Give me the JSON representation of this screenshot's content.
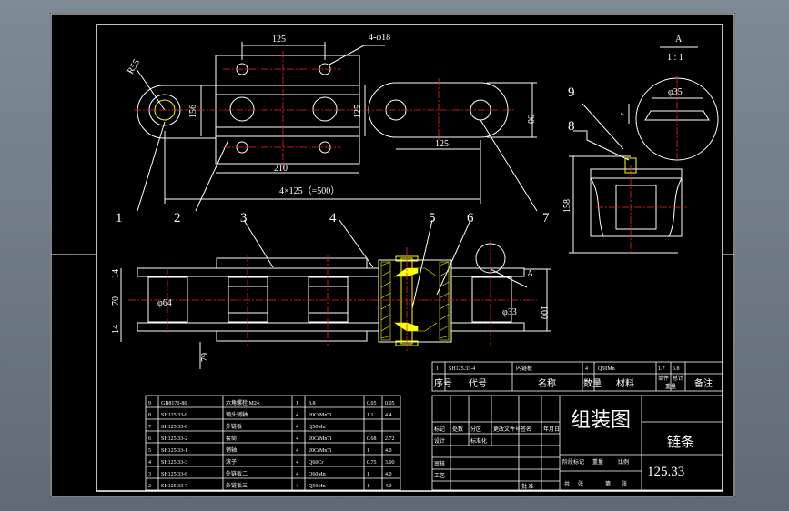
{
  "title_block": {
    "drawing_title": "组装图",
    "part_name": "链条",
    "drawing_number": "125.33",
    "approved": "批 准",
    "labels": [
      "标记",
      "处数",
      "分区",
      "更改文件号",
      "签名",
      "年月日",
      "设计",
      "标准化",
      "阶段标记",
      "重量",
      "比例",
      "审核",
      "工艺",
      "共",
      "张",
      "第",
      "张"
    ]
  },
  "parts_header": {
    "seq": "序号",
    "code": "代号",
    "name": "名称",
    "qty": "数量",
    "material": "材料",
    "unit_weight": "单件",
    "total_weight": "总计",
    "weight": "重量",
    "remark": "备注"
  },
  "parts_top": {
    "seq": "1",
    "code": "SH125.33-4",
    "name": "内链板",
    "qty": "4",
    "material": "Q50Mn",
    "w1": "1.7",
    "w2": "6.8"
  },
  "parts_list": [
    {
      "seq": "9",
      "code": "GB8170-86",
      "name": "六角螺栓 M24",
      "qty": "1",
      "material": "8.8",
      "w1": "0.05",
      "w2": "0.05"
    },
    {
      "seq": "8",
      "code": "SH125.33-9",
      "name": "销头销轴",
      "qty": "4",
      "material": "20CrMnTi",
      "w1": "1.1",
      "w2": "4.4"
    },
    {
      "seq": "7",
      "code": "SH125.33-8",
      "name": "外链板一",
      "qty": "4",
      "material": "Q50Mn",
      "w1": "",
      "w2": ""
    },
    {
      "seq": "6",
      "code": "SH125.33-2",
      "name": "套筒",
      "qty": "4",
      "material": "20CrMnTi",
      "w1": "0.68",
      "w2": "2.72"
    },
    {
      "seq": "5",
      "code": "SH125.33-1",
      "name": "销轴",
      "qty": "4",
      "material": "20CrMnTi",
      "w1": "1",
      "w2": "4.0"
    },
    {
      "seq": "4",
      "code": "SH125.33-3",
      "name": "滚子",
      "qty": "4",
      "material": "Q60Cr",
      "w1": "0.75",
      "w2": "3.00"
    },
    {
      "seq": "3",
      "code": "SH125.33-6",
      "name": "外链板二",
      "qty": "4",
      "material": "Q60Mn",
      "w1": "1",
      "w2": "4.0"
    },
    {
      "seq": "2",
      "code": "SH125.33-7",
      "name": "外链板三",
      "qty": "4",
      "material": "Q50Mn",
      "w1": "1",
      "w2": "4.0"
    }
  ],
  "dimensions": {
    "pitch_top": "125",
    "holes": "4-φ18",
    "r_link": "R55",
    "h_156": "156",
    "h_125": "125",
    "h_90": "90",
    "w_125_2": "125",
    "w_210": "210",
    "total": "4×125（=500）",
    "d_64": "φ64",
    "d_33": "φ33",
    "h_100": "100",
    "h_14a": "14",
    "h_70": "70",
    "h_14b": "14",
    "h_79": "79",
    "h_158": "158",
    "d_35": "φ35",
    "seven": "7"
  },
  "callouts": [
    "1",
    "2",
    "3",
    "4",
    "5",
    "6",
    "7",
    "8",
    "9"
  ],
  "section": {
    "label": "A",
    "scale": "1 : 1",
    "marker": "A"
  },
  "colors": {
    "line": "#ffffff",
    "center": "#ff2020",
    "accent": "#ffff00",
    "hatch": "#ffff00",
    "background": "#000000"
  }
}
